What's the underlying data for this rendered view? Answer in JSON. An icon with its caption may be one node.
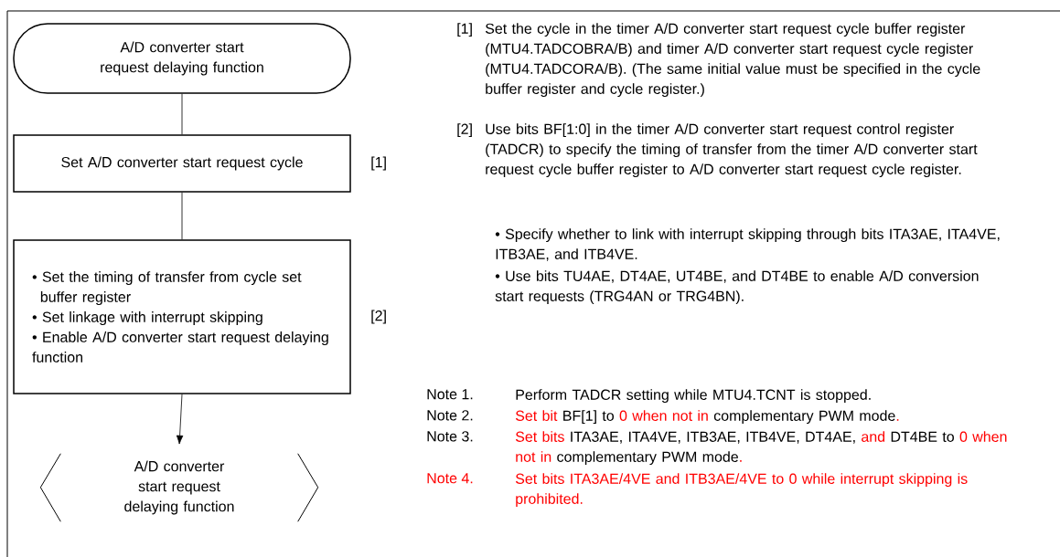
{
  "diagram": {
    "nodes": [
      {
        "text": [
          "A/D converter start request delaying function"
        ]
      },
      {
        "text": [
          "Set A/D converter start request cycle"
        ],
        "beside": [
          "[1]"
        ]
      },
      {
        "text": [
          "• Set the timing of transfer from cycle set buffer register",
          "• Set linkage with interrupt skipping",
          "• Enable A/D converter start request delaying function"
        ],
        "beside": [
          "[2]"
        ]
      },
      {
        "text": [
          "A/D converter start request delaying function"
        ]
      }
    ],
    "edges": [
      {
        "from": 0,
        "to": 1,
        "arrow": "none"
      },
      {
        "from": 1,
        "to": 2,
        "arrow": "none"
      },
      {
        "from": 2,
        "to": 3,
        "arrow": "to"
      }
    ],
    "labels": [
      "[1]",
      "Set the cycle in the timer A/D converter start request cycle buffer register (MTU4.TADCOBRA/B) and timer A/D converter start request cycle register (MTU4.TADCORA/B). (The same initial value must be specified in the cycle buffer register and cycle register.)",
      "[2]",
      "Use bits BF[1:0] in the timer A/D converter start request control register (TADCR) to specify the timing of transfer from the timer A/D converter start request cycle buffer register to A/D converter start request cycle register.",
      "• Specify whether to link with interrupt skipping through bits ITA3AE, ITA4VE, ITB3AE, and ITB4VE.",
      "• Use bits TU4AE, DT4AE, UT4BE, and DT4BE to enable A/D conversion start requests (TRG4AN or TRG4BN).",
      "Note 1.",
      "Perform TADCR setting while MTU4.TCNT is stopped.",
      "Note 2.",
      "Set bit",
      "BF[1] to",
      "0 when not in",
      "complementary PWM mode",
      ".",
      "Note 3.",
      "Set bits",
      "ITA3AE, ITA4VE, ITB3AE, ITB4VE, DT4AE,",
      "and",
      "DT4BE to",
      "0 when not in",
      "complementary PWM mode",
      ".",
      "Note 4.",
      "Set bits ITA3AE/4VE and ITB3AE/4VE to 0 while interrupt skipping is prohibited."
    ]
  }
}
